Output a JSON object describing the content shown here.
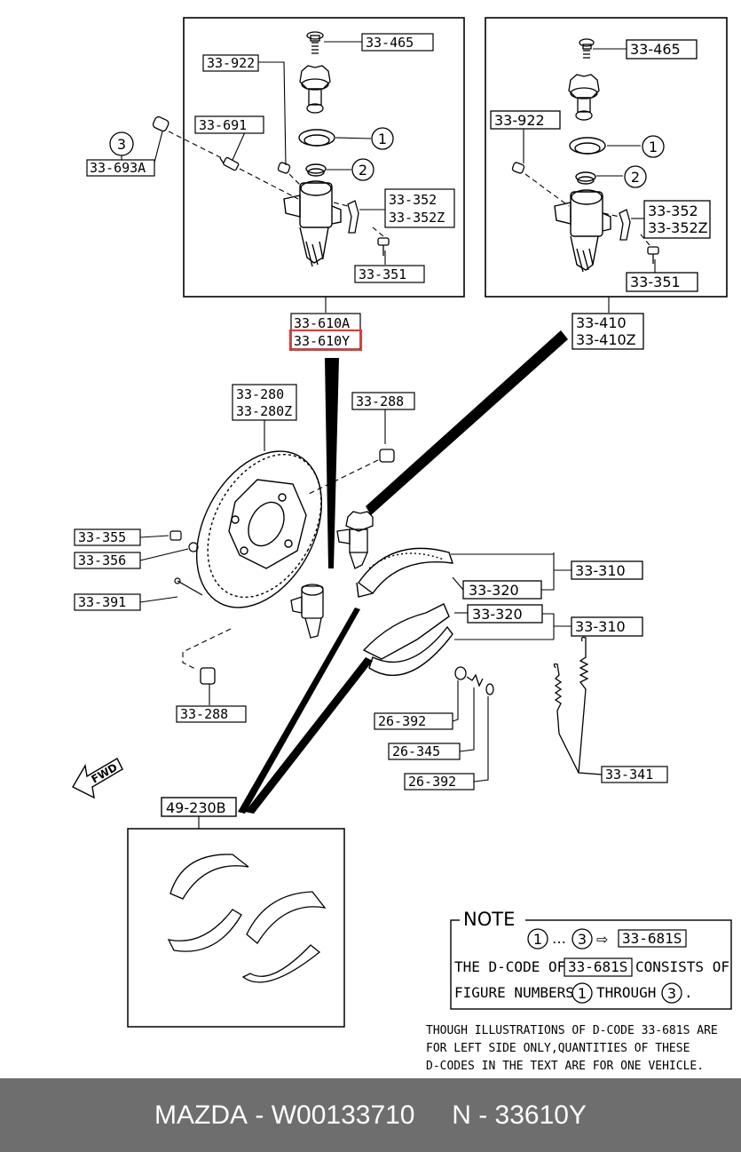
{
  "diagram": {
    "left_box": {
      "labels": [
        "33-465",
        "33-922",
        "33-691",
        "33-693A",
        "33-352",
        "33-352Z",
        "33-351"
      ],
      "circle_refs": [
        "1",
        "2",
        "3"
      ]
    },
    "right_box": {
      "labels": [
        "33-465",
        "33-922",
        "33-352",
        "33-352Z",
        "33-351"
      ],
      "circle_refs": [
        "1",
        "2"
      ]
    },
    "callouts": {
      "left_assembly": [
        "33-610A",
        "33-610Y"
      ],
      "right_assembly": [
        "33-410",
        "33-410Z"
      ],
      "backing_plate": [
        "33-280",
        "33-280Z"
      ],
      "plug_top": "33-288",
      "plug_bottom": "33-288",
      "bolt": "33-355",
      "washer": "33-356",
      "pin": "33-391",
      "shoe_upper": "33-320",
      "shoe_lower": "33-320",
      "shoe_set_upper": "33-310",
      "shoe_set_lower": "33-310",
      "cup": "26-392",
      "spring": "26-345",
      "cap": "26-392",
      "return_spring": "33-341",
      "shoe_kit": "49-230B",
      "fwd": "FWD"
    },
    "highlight_color": "#e53935",
    "note": {
      "title": "NOTE",
      "circ1": "1",
      "dots": "…",
      "circ3": "3",
      "arrow": "⇨",
      "code_box": "33-681S",
      "line2_pre": "THE D-CODE OF",
      "line2_box": "33-681S",
      "line2_post": "CONSISTS OF",
      "line3_pre": "FIGURE NUMBERS",
      "line3_c1": "1",
      "line3_mid": "THROUGH",
      "line3_c3": "3",
      "line3_end": "."
    },
    "footnote": [
      "THOUGH ILLUSTRATIONS OF D-CODE 33-681S ARE",
      "FOR LEFT SIDE ONLY,QUANTITIES OF THESE",
      "D-CODES IN THE TEXT ARE FOR ONE VEHICLE."
    ]
  },
  "footer": {
    "brand": "MAZDA",
    "sep": " - ",
    "code": "W00133710",
    "gap": "     ",
    "part": "N - 33610Y"
  }
}
